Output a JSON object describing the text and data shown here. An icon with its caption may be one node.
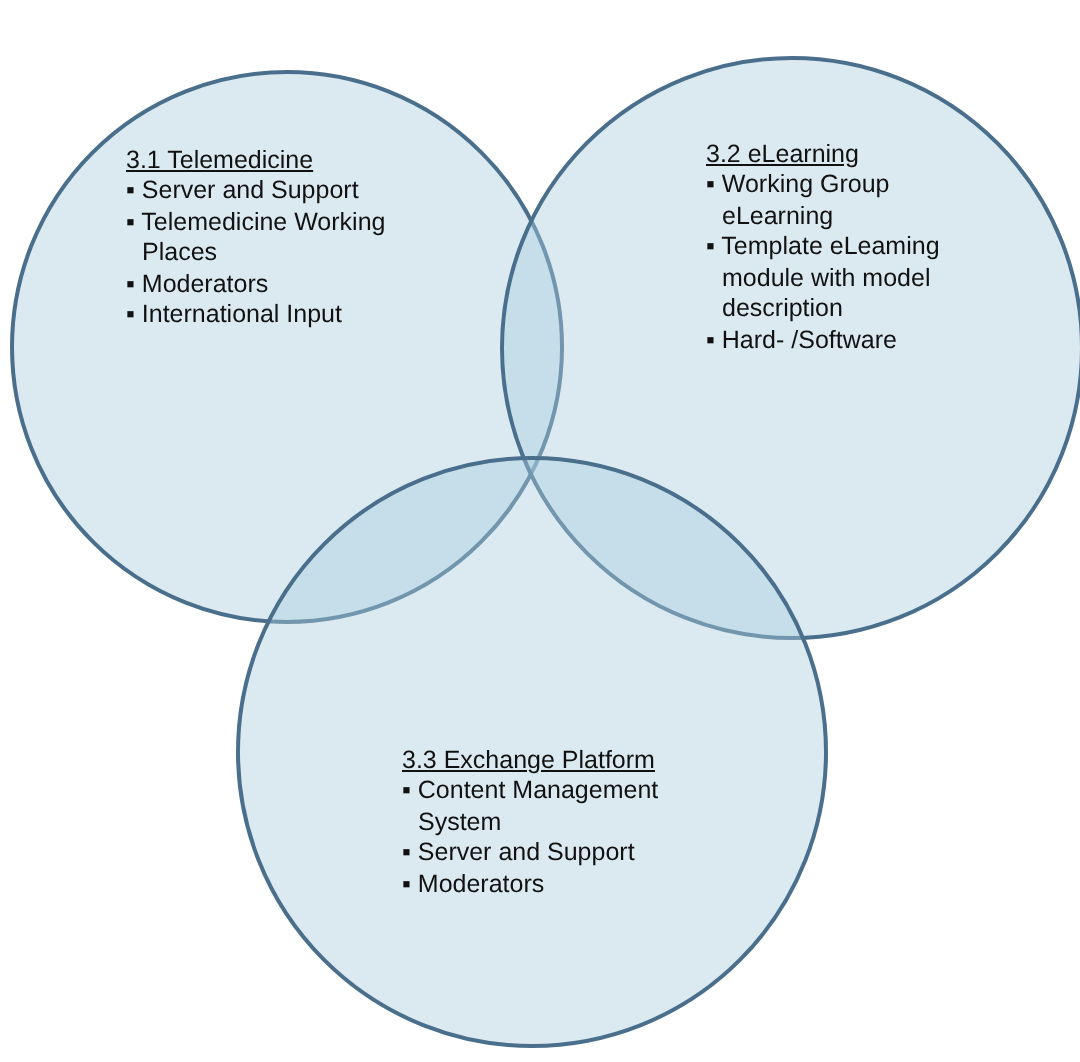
{
  "diagram": {
    "nodes": [
      {
        "text": [
          "3.1 Telemedicine",
          "▪ Server and Support",
          "▪ Telemedicine Working Places",
          "▪ Moderators",
          "▪ International Input"
        ]
      },
      {
        "text": [
          "3.2 eLearning",
          "▪ Working Group eLearning",
          "▪ Template eLeaming module with model description",
          "▪ Hard- /Software"
        ]
      },
      {
        "text": [
          "3.3 Exchange Platform",
          "▪ Content Management System",
          "▪ Server and Support",
          "▪ Moderators"
        ]
      }
    ]
  }
}
